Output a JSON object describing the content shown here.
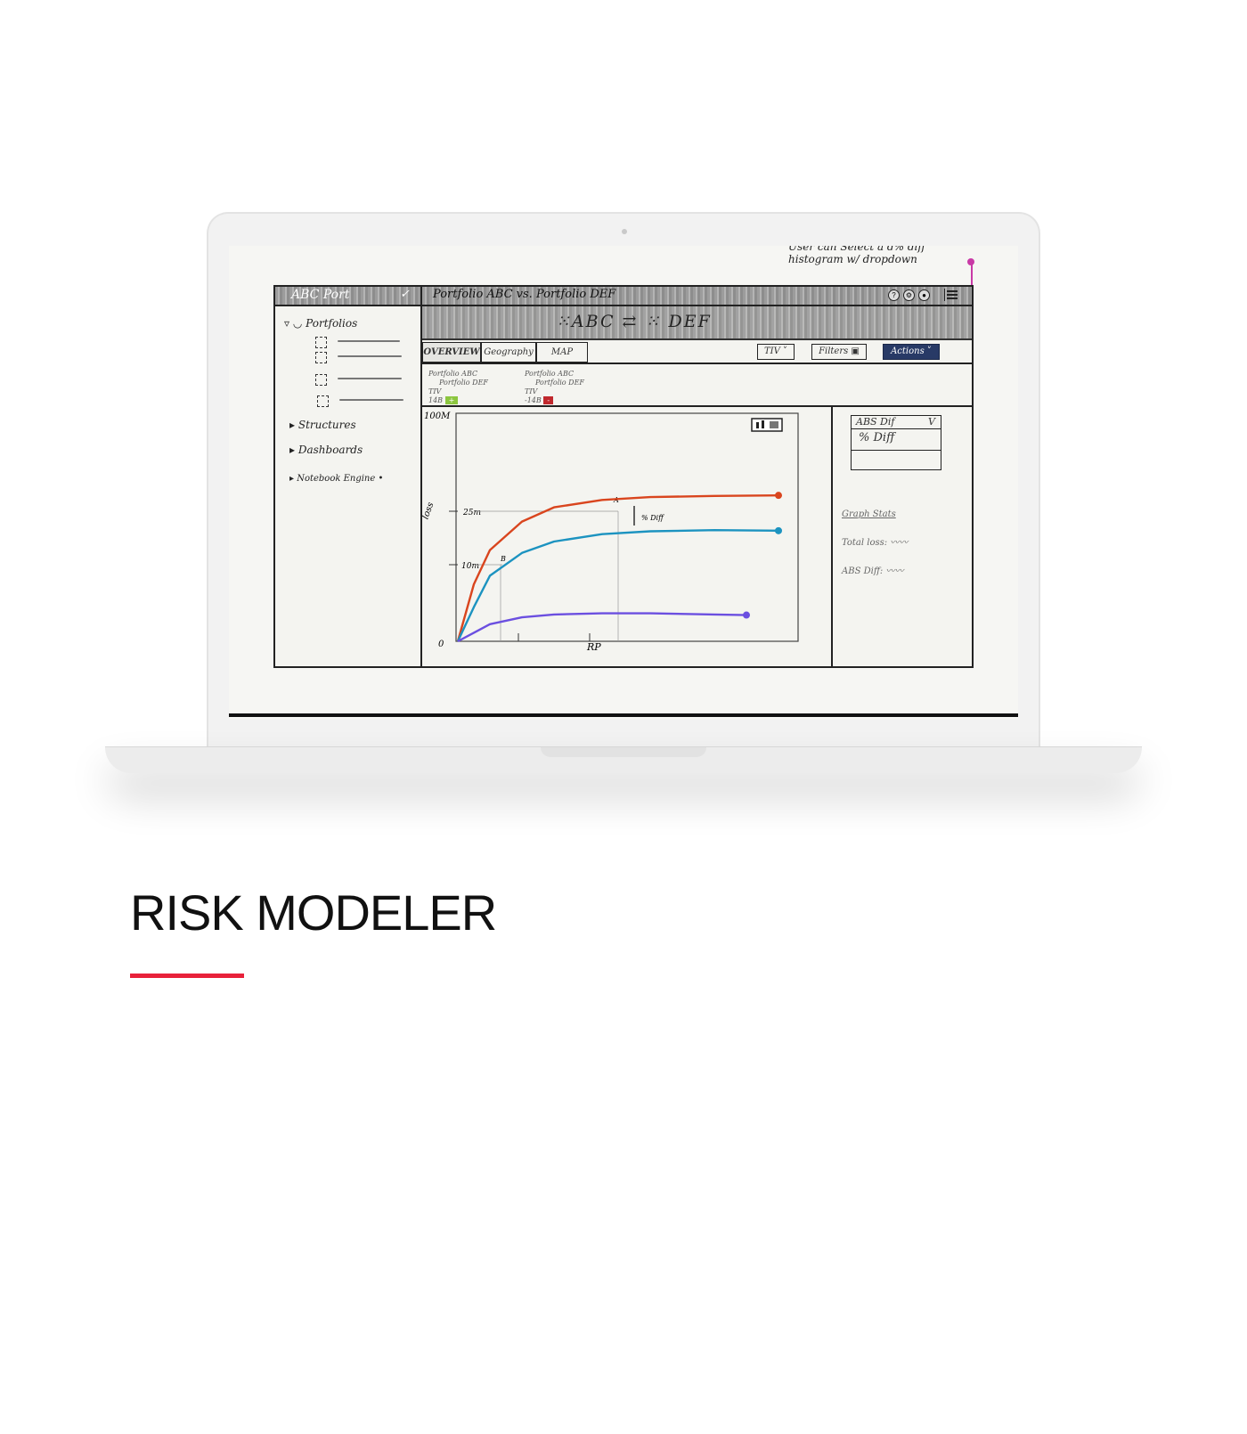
{
  "page_title": "RISK MODELER",
  "accent_color": "#e8213a",
  "annotation": [
    "User can Select a d% diff",
    "histogram w/ dropdown"
  ],
  "wireframe": {
    "sidebar": {
      "title": "ABC Port",
      "section": "Portfolios",
      "items": [
        "Structures",
        "Dashboards",
        "Notebook Engine"
      ]
    },
    "header": {
      "title": "Portfolio ABC vs. Portfolio DEF",
      "icons": [
        "help-icon",
        "settings-icon",
        "user-icon",
        "menu-icon"
      ]
    },
    "compare": {
      "left": "ABC",
      "swap": "⇄",
      "right": "DEF"
    },
    "tabs": [
      "OVERVIEW",
      "Geography",
      "MAP"
    ],
    "buttons": {
      "tiv": "TIV",
      "filters": "Filters",
      "actions": "Actions"
    },
    "summary": [
      {
        "title": "Portfolio ABC",
        "subtitle": "Portfolio DEF",
        "label": "TIV",
        "value": "14B",
        "delta": "+"
      },
      {
        "title": "Portfolio ABC",
        "subtitle": "Portfolio DEF",
        "label": "TIV",
        "value": "-14B",
        "delta": "-"
      }
    ],
    "dropdown": {
      "selected": "ABS Dif",
      "option": "% Diff"
    },
    "stats": {
      "heading": "Graph Stats",
      "total_loss": "Total loss:",
      "abs_diff": "ABS Diff:"
    },
    "chart_data": {
      "type": "line",
      "y_top_label": "100M",
      "ylabel": "loss",
      "xlabel": "RP",
      "y_ticks": [
        "25m",
        "10m",
        "0"
      ],
      "point_labels": [
        "A",
        "B"
      ],
      "diff_label": "% Diff",
      "series": [
        {
          "color": "#d9451e",
          "x": [
            0,
            5,
            10,
            20,
            30,
            45,
            60,
            80,
            100
          ],
          "y": [
            0,
            10,
            16,
            21,
            23.5,
            24.8,
            25.3,
            25.5,
            25.6
          ]
        },
        {
          "color": "#1c93c0",
          "x": [
            0,
            5,
            10,
            20,
            30,
            45,
            60,
            80,
            100
          ],
          "y": [
            0,
            6,
            11.5,
            15.5,
            17.5,
            18.8,
            19.3,
            19.5,
            19.4
          ]
        },
        {
          "color": "#6b4fe0",
          "x": [
            0,
            5,
            10,
            20,
            30,
            45,
            60,
            80,
            90
          ],
          "y": [
            0,
            1.5,
            3,
            4.2,
            4.7,
            4.9,
            4.9,
            4.7,
            4.6
          ]
        }
      ],
      "xlim": [
        0,
        100
      ],
      "ylim": [
        0,
        40
      ]
    }
  }
}
